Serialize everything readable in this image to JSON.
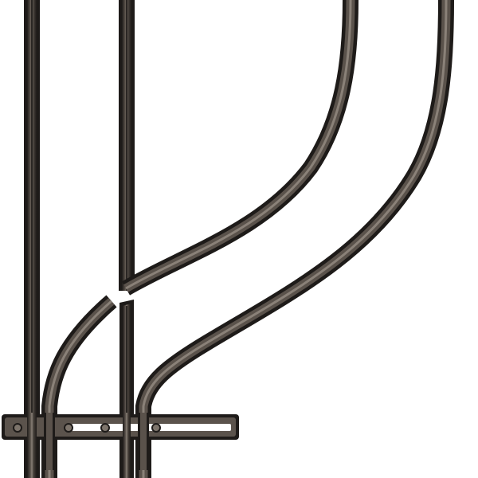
{
  "scene": {
    "type": "railway-track-switch-tile",
    "background_color": "#ffffff",
    "colors": {
      "rail_dark": "#2a2623",
      "rail_mid": "#4a433d",
      "rail_highlight": "#8a8178",
      "tie_fill": "#5b534c",
      "tie_slot": "#ffffff",
      "bolt": "#7d746b"
    },
    "elements": {
      "straight_rails": 2,
      "curved_rails": 2,
      "crossing_tie": 1,
      "tie_bolts": 4
    }
  }
}
